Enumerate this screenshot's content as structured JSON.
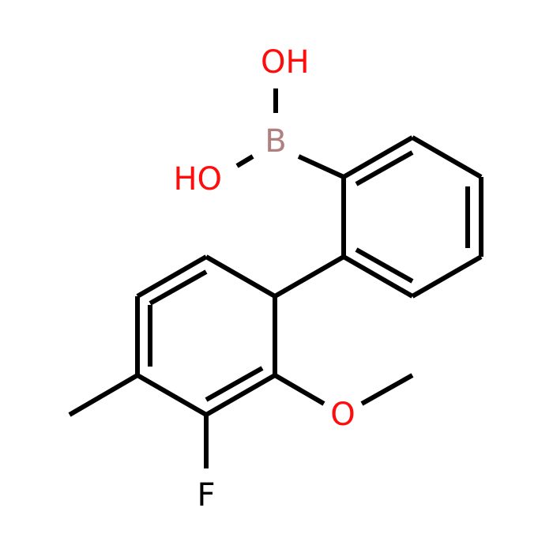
{
  "colors": {
    "bond": "#000000",
    "oxygen": "#ff0d0d",
    "boron": "#b08080",
    "fluorine": "#000000",
    "background": "#ffffff"
  },
  "atoms": {
    "oh_top": {
      "text": "OH",
      "element": "O"
    },
    "boron": {
      "text": "B",
      "element": "B"
    },
    "oh_left": {
      "text": "HO",
      "element": "O"
    },
    "methoxy_o": {
      "text": "O",
      "element": "O"
    },
    "fluorine": {
      "text": "F",
      "element": "F"
    }
  }
}
